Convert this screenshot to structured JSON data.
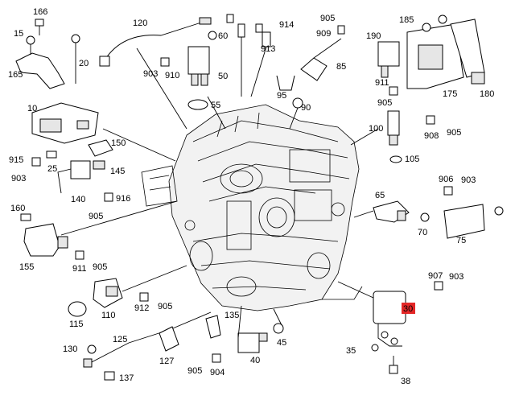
{
  "diagram": {
    "labels": [
      "166",
      "15",
      "165",
      "20",
      "120",
      "60",
      "903",
      "910",
      "50",
      "914",
      "913",
      "905",
      "909",
      "85",
      "190",
      "911",
      "905",
      "185",
      "175",
      "180",
      "55",
      "95",
      "90",
      "10",
      "915",
      "903",
      "25",
      "150",
      "145",
      "140",
      "916",
      "905",
      "100",
      "908",
      "905",
      "105",
      "160",
      "155",
      "911",
      "905",
      "65",
      "906",
      "903",
      "70",
      "75",
      "907",
      "903",
      "30",
      "110",
      "912",
      "905",
      "115",
      "135",
      "125",
      "127",
      "45",
      "40",
      "130",
      "137",
      "905",
      "904",
      "35",
      "38"
    ],
    "highlight_color": "#e32626",
    "highlight_label": "30"
  }
}
